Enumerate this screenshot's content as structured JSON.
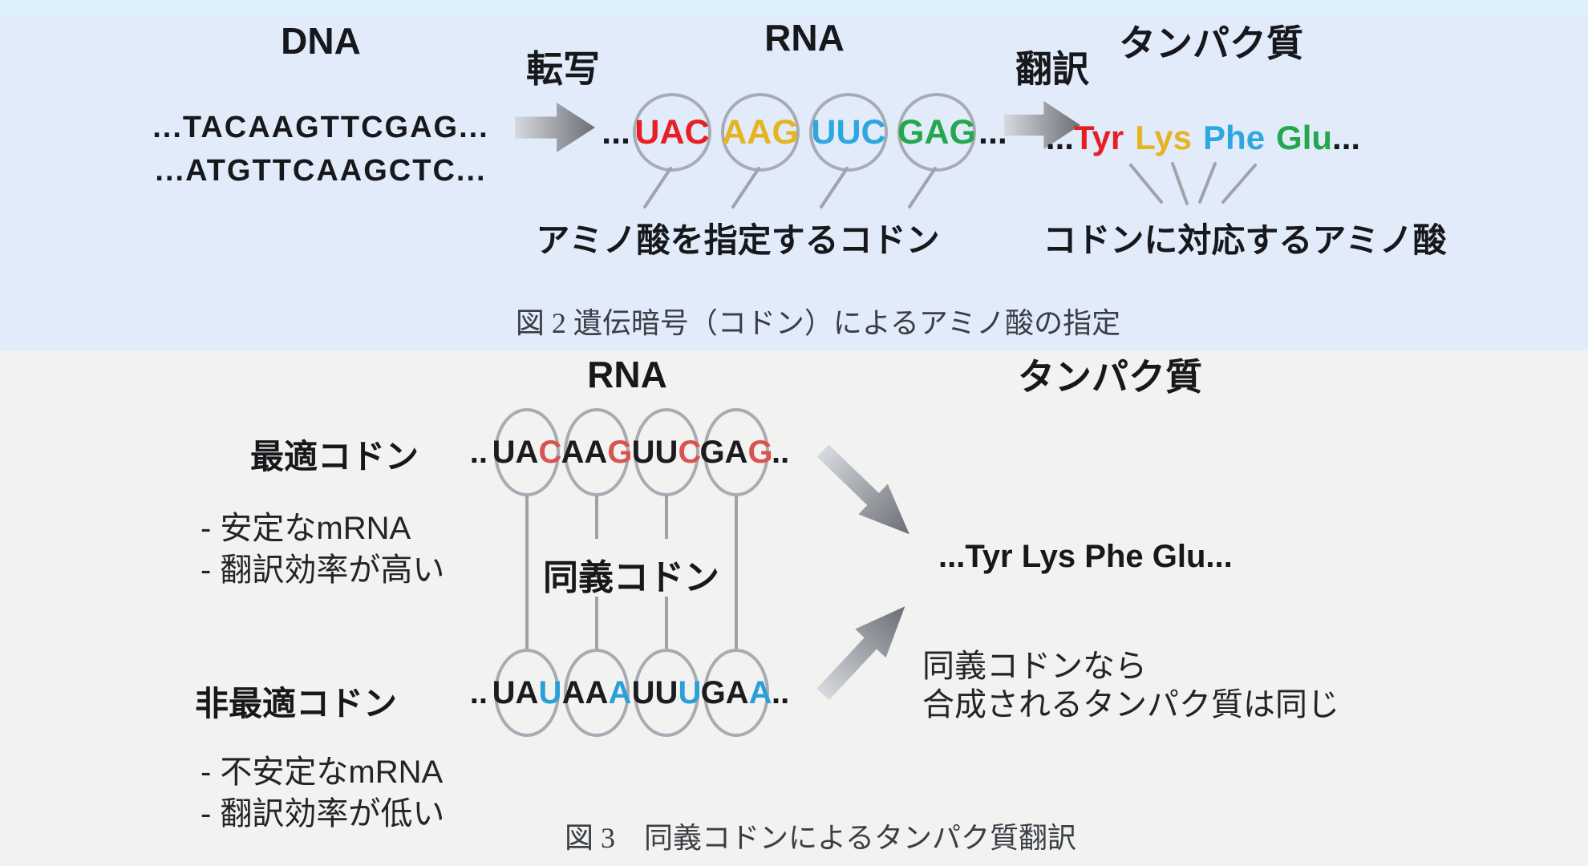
{
  "palette": {
    "red": "#e81e25",
    "yellow": "#e5b422",
    "blue": "#2ea7e0",
    "green": "#23a84e",
    "optimal_highlight": "#d9534f",
    "nonoptimal_highlight": "#2b9fd8",
    "top_panel_bg": "#e2ebfa",
    "bottom_panel_bg": "#f2f2f0",
    "circle_stroke": "#a8abb2"
  },
  "figure2": {
    "dna_title": "DNA",
    "dna_strand_top": "...TACAAGTTCGAG...",
    "dna_strand_bottom": "...ATGTTCAAGCTC...",
    "transcription_label": "転写",
    "rna_title": "RNA",
    "rna_ellipsis_left": "...",
    "rna_ellipsis_right": "...",
    "codons": [
      {
        "text": "UAC"
      },
      {
        "text": "AAG"
      },
      {
        "text": "UUC"
      },
      {
        "text": "GAG"
      }
    ],
    "codon_note": "アミノ酸を指定するコドン",
    "translation_label": "翻訳",
    "protein_title": "タンパク質",
    "protein_ellipsis_left": "...",
    "protein_ellipsis_right": "...",
    "residues": [
      {
        "text": "Tyr"
      },
      {
        "text": "Lys"
      },
      {
        "text": "Phe"
      },
      {
        "text": "Glu"
      }
    ],
    "protein_note": "コドンに対応するアミノ酸",
    "caption": "図 2 遺伝暗号（コドン）によるアミノ酸の指定"
  },
  "figure3": {
    "rna_title": "RNA",
    "protein_title": "タンパク質",
    "optimal_label": "最適コドン",
    "optimal_note_1": "- 安定なmRNA",
    "optimal_note_2": "- 翻訳効率が高い",
    "optimal_ellipsis_left": "..",
    "optimal_ellipsis_right": "..",
    "optimal_codons": [
      {
        "prefix": "UA",
        "highlight": "C"
      },
      {
        "prefix": "AA",
        "highlight": "G"
      },
      {
        "prefix": "UU",
        "highlight": "C"
      },
      {
        "prefix": "GA",
        "highlight": "G"
      }
    ],
    "synonymous_label": "同義コドン",
    "nonoptimal_label": "非最適コドン",
    "nonoptimal_note_1": "- 不安定なmRNA",
    "nonoptimal_note_2": "- 翻訳効率が低い",
    "nonoptimal_ellipsis_left": "..",
    "nonoptimal_ellipsis_right": "..",
    "nonoptimal_codons": [
      {
        "prefix": "UA",
        "highlight": "U"
      },
      {
        "prefix": "AA",
        "highlight": "A"
      },
      {
        "prefix": "UU",
        "highlight": "U"
      },
      {
        "prefix": "GA",
        "highlight": "A"
      }
    ],
    "protein_sequence": "...Tyr Lys Phe Glu...",
    "result_note_line1": "同義コドンなら",
    "result_note_line2": "合成されるタンパク質は同じ",
    "caption": "図 3　同義コドンによるタンパク質翻訳"
  }
}
